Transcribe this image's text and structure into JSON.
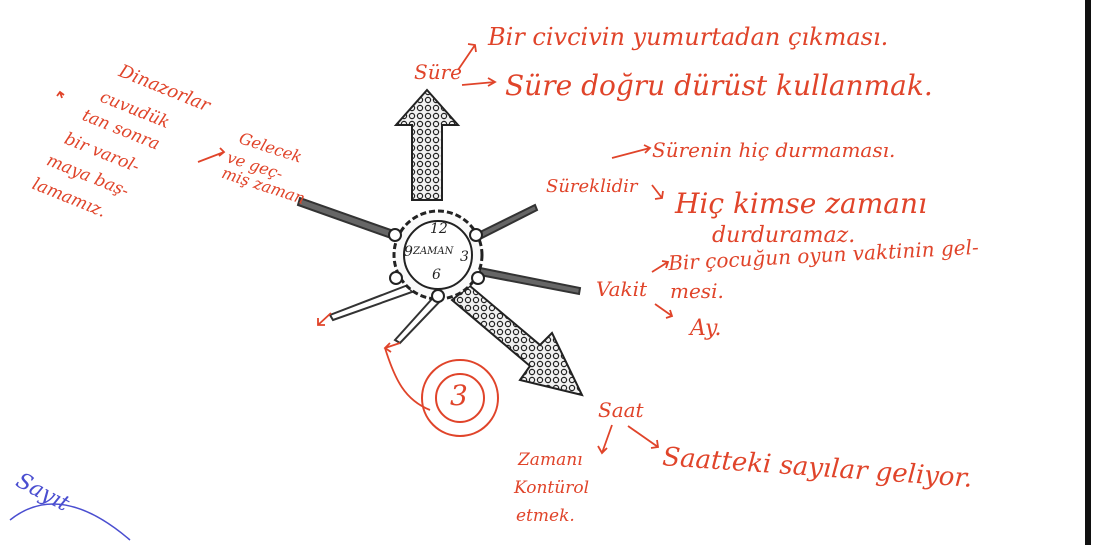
{
  "center": {
    "label": "ZAMAN",
    "n12": "12",
    "n9": "9",
    "n3": "3",
    "n6": "6"
  },
  "branches": {
    "sure": {
      "label": "Süre",
      "items": [
        "Bir civcivin yumurtadan çıkması.",
        "Süre doğru dürüst kullanmak."
      ]
    },
    "gelecek": {
      "label_lines": [
        "Gelecek",
        "ve geç-",
        "miş zaman"
      ],
      "note_lines": [
        "Dinazorlar",
        "cuvudük",
        "tan sonra",
        "bir varol-",
        "maya baş-",
        "lamamız."
      ]
    },
    "sureklidir": {
      "label": "Süreklidir",
      "items": [
        "Sürenin hiç durmaması.",
        "Hiç kimse zamanı",
        "durduramaz."
      ]
    },
    "vakit": {
      "label": "Vakit",
      "item_lines": [
        "Bir çocuğun oyun vaktinin gel-",
        "mesi."
      ],
      "item2": "Ay."
    },
    "saat": {
      "label": "Saat",
      "note_lines": [
        "Zamanı",
        "Kontürol",
        "etmek."
      ],
      "item": "Saatteki sayılar geliyor."
    },
    "extra": {
      "circled": "3"
    }
  },
  "signature": "Sayıt",
  "colors": {
    "ink": "#e0442a",
    "pencil": "#2a2a2a",
    "signature": "#4a4ed0"
  }
}
